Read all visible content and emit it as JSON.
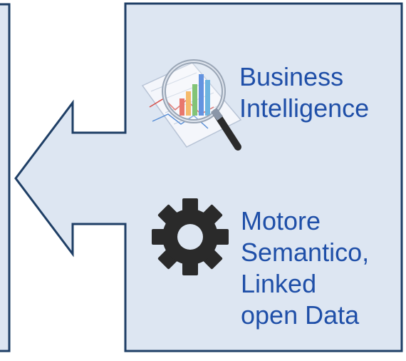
{
  "diagram": {
    "box_fill": "#dde6f2",
    "border_color": "#1f3f66",
    "text_color": "#1f4fa8",
    "items": [
      {
        "icon": "magnifier-chart-icon",
        "lines": [
          "Business",
          "Intelligence"
        ]
      },
      {
        "icon": "gear-icon",
        "lines": [
          "Motore",
          "Semantico,",
          "Linked",
          "open Data"
        ]
      }
    ]
  }
}
